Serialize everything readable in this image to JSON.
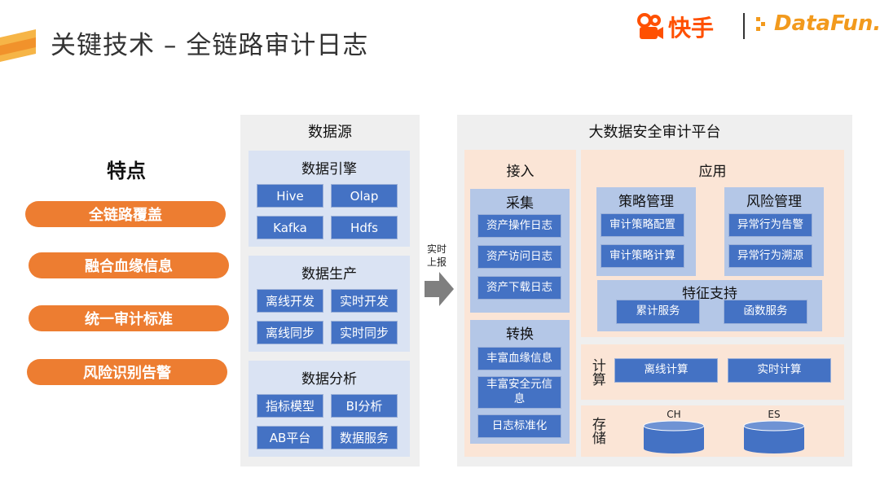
{
  "header": {
    "title": "关键技术 – 全链路审计日志",
    "logo_kuaishou": "快手",
    "logo_datafun": "DataFun."
  },
  "features": {
    "title": "特点",
    "items": [
      "全链路覆盖",
      "融合血缘信息",
      "统一审计标准",
      "风险识别告警"
    ]
  },
  "datasource": {
    "title": "数据源",
    "groups": [
      {
        "title": "数据引擎",
        "items": [
          "Hive",
          "Olap",
          "Kafka",
          "Hdfs"
        ]
      },
      {
        "title": "数据生产",
        "items": [
          "离线开发",
          "实时开发",
          "离线同步",
          "实时同步"
        ]
      },
      {
        "title": "数据分析",
        "items": [
          "指标模型",
          "BI分析",
          "AB平台",
          "数据服务"
        ]
      }
    ]
  },
  "arrow": {
    "label_line1": "实时",
    "label_line2": "上报"
  },
  "platform": {
    "title": "大数据安全审计平台",
    "ingest": {
      "title": "接入",
      "collect": {
        "title": "采集",
        "items": [
          "资产操作日志",
          "资产访问日志",
          "资产下载日志"
        ]
      },
      "transform": {
        "title": "转换",
        "items": [
          "丰富血缘信息",
          "丰富安全元信息",
          "日志标准化"
        ]
      }
    },
    "app": {
      "title": "应用",
      "strategy": {
        "title": "策略管理",
        "items": [
          "审计策略配置",
          "审计策略计算"
        ]
      },
      "risk": {
        "title": "风险管理",
        "items": [
          "异常行为告警",
          "异常行为溯源"
        ]
      },
      "feature": {
        "title": "特征支持",
        "items": [
          "累计服务",
          "函数服务"
        ]
      }
    },
    "compute": {
      "label": "计算",
      "items": [
        "离线计算",
        "实时计算"
      ]
    },
    "storage": {
      "label": "存储",
      "items": [
        "CH",
        "ES"
      ]
    }
  },
  "colors": {
    "accent_orange": "#ed7d31",
    "box_blue": "#4472c4",
    "subpanel_blue": "#dae3f3",
    "peach": "#fbe5d6",
    "panel_gray": "#efefef"
  }
}
